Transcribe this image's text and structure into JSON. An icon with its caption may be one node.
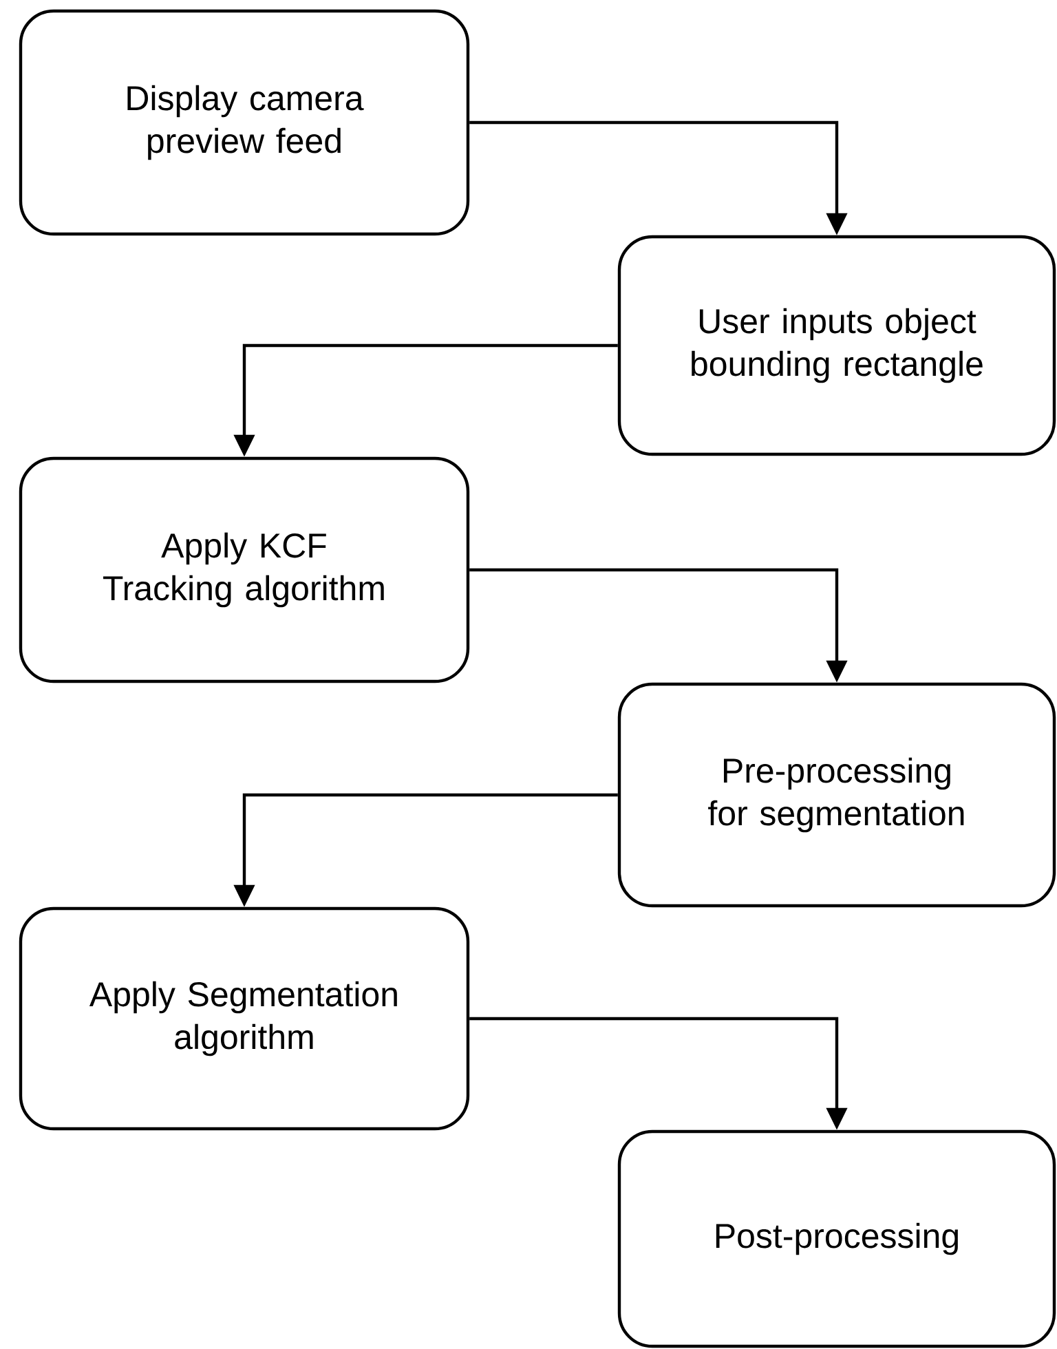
{
  "diagram": {
    "nodes": [
      {
        "text": [
          "Display camera preview feed"
        ]
      },
      {
        "text": [
          "User inputs object bounding rectangle"
        ]
      },
      {
        "text": [
          "Apply KCF Tracking algorithm"
        ]
      },
      {
        "text": [
          "Pre-processing for segmentation"
        ]
      },
      {
        "text": [
          "Apply Segmentation algorithm"
        ]
      },
      {
        "text": [
          "Post-processing"
        ]
      }
    ],
    "edges": [
      {
        "from": 0,
        "to": 1,
        "arrow": "to"
      },
      {
        "from": 1,
        "to": 2,
        "arrow": "to"
      },
      {
        "from": 2,
        "to": 3,
        "arrow": "to"
      },
      {
        "from": 3,
        "to": 4,
        "arrow": "to"
      },
      {
        "from": 4,
        "to": 5,
        "arrow": "to"
      }
    ]
  }
}
